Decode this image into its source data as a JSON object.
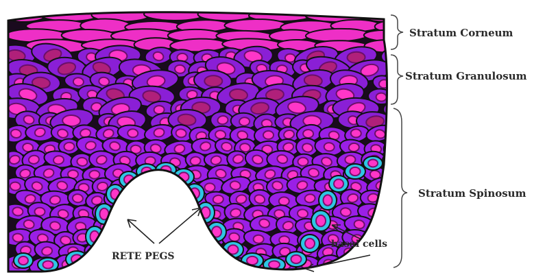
{
  "labels": {
    "corneum": "Stratum Corneum",
    "granulosum": "Stratum Granulosum",
    "spinosum": "Stratum Spinosum",
    "rete_pegs": "RETE PEGS",
    "basal_cells": "basal cells"
  },
  "colors": {
    "corneum_cell": "#ee2fc6",
    "spinous_cell": "#9a1fe6",
    "granular_cell": "#8a1fd6",
    "nucleus": "#ff36c8",
    "granule_nucleus": "#b0207a",
    "basal_cell": "#2ec6e4",
    "outline": "#111111",
    "background": "#ffffff"
  }
}
